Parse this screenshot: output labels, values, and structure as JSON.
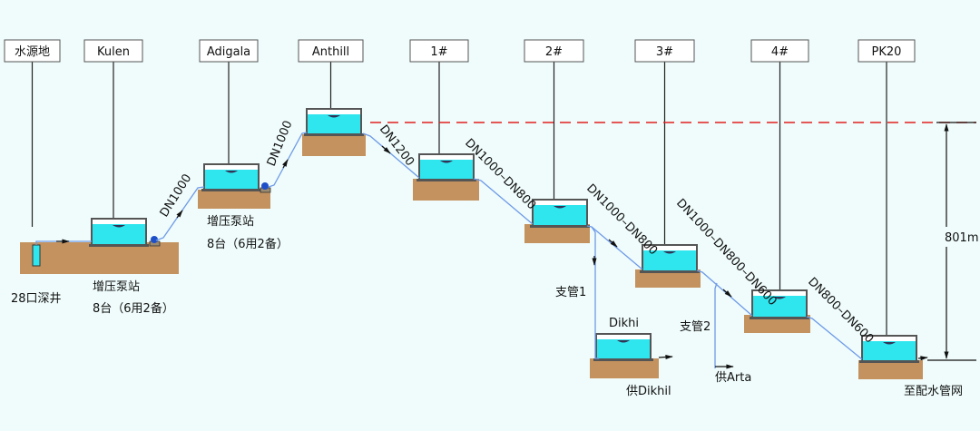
{
  "stations": [
    {
      "name": "水源地"
    },
    {
      "name": "Kulen"
    },
    {
      "name": "Adigala"
    },
    {
      "name": "Anthill"
    },
    {
      "name": "1#"
    },
    {
      "name": "2#"
    },
    {
      "name": "3#"
    },
    {
      "name": "4#"
    },
    {
      "name": "PK20"
    }
  ],
  "pipes": {
    "p1": "DN1000",
    "p2": "DN1000",
    "p3": "DN1200",
    "p4": "DN1000–DN800",
    "p5": "DN1000–DN800",
    "p6": "DN1000–DN800–DN600",
    "p7": "DN800–DN600"
  },
  "notes": {
    "wells": "28口深井",
    "pump1_title": "增压泵站",
    "pump1_count": "8台（6用2备）",
    "pump2_title": "增压泵站",
    "pump2_count": "8台（6用2备）",
    "branch1": "支管1",
    "branch2": "支管2",
    "dikhi_tank": "Dikhi",
    "supply_dikhil": "供Dikhil",
    "supply_arta": "供Arta",
    "to_network": "至配水管网",
    "elevation": "801m"
  },
  "colors": {
    "ground": "#c4925e",
    "water": "#2fe5ee",
    "pipe": "#6f9ae8",
    "reference_line": "#e02020",
    "pump": "#1f4fc8"
  }
}
